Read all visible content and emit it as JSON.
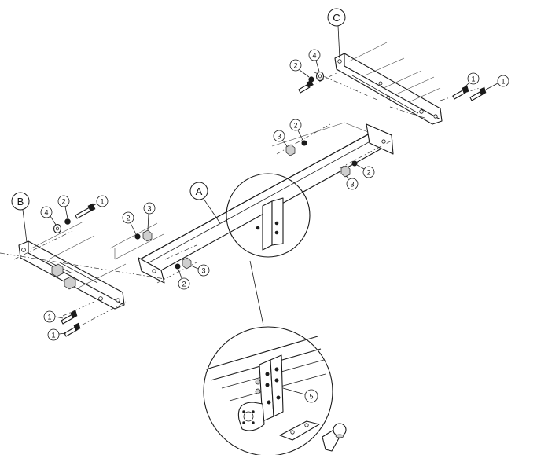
{
  "callouts": {
    "assembly_A": "A",
    "assembly_B": "B",
    "assembly_C": "C",
    "bolt": "1",
    "spring_washer": "2",
    "nut": "3",
    "flat_washer": "4",
    "tow_ball": "5"
  }
}
